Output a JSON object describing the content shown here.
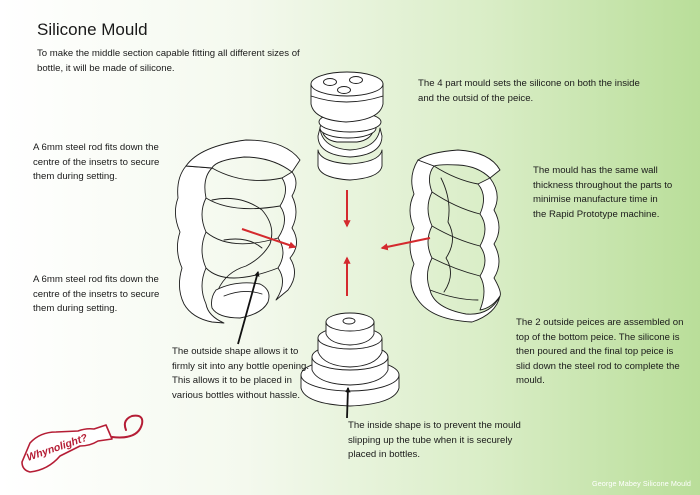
{
  "title": "Silicone Mould",
  "annotations": {
    "intro": "To make the middle section capable fitting all different sizes of bottle, it will be made of silicone.",
    "mould_note": "The 4 part mould sets the silicone on both the inside and the outsid of the peice.",
    "rod_note_1": "A 6mm steel rod fits down the centre of the insetrs to secure them during setting.",
    "rod_note_2": "A 6mm steel rod fits down the centre of the insetrs to secure them during setting.",
    "wall_note": "The mould has the same wall thickness throughout the parts to minimise manufacture time in the Rapid Prototype machine.",
    "outside_note": "The outside shape allows it to firmly sit into any bottle opening. This allows it to be placed in various bottles without hassle.",
    "assembly_note": "The 2 outside peices are assembled on top of the bottom peice. The silicone is then poured and the final top peice is slid down the steel rod to complete the mould.",
    "inside_note": "The inside shape is to prevent the mould slipping up the tube when it is securely placed in bottles."
  },
  "logo": {
    "text": "Whynolight?"
  },
  "footer": "George Mabey Silicone Mould",
  "colors": {
    "arrow": "#d42a2e",
    "logo": "#b51d35",
    "line": "#1d1d1d"
  },
  "icons": [
    "left-shell",
    "right-shell",
    "top-insert",
    "bottom-insert",
    "assembly-arrows",
    "pointer-arrows",
    "bottle-logo"
  ]
}
